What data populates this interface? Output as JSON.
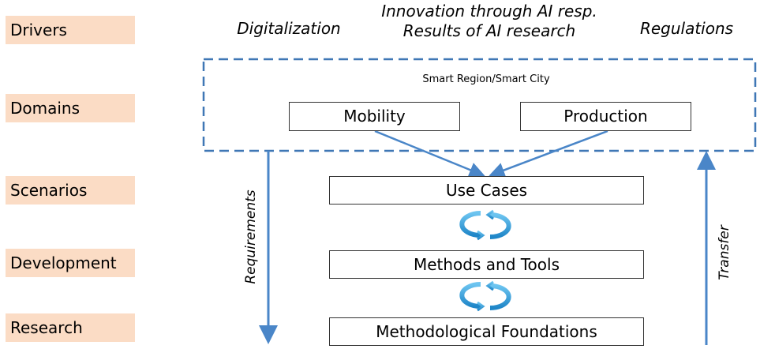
{
  "levels": [
    "Drivers",
    "Domains",
    "Scenarios",
    "Development",
    "Research"
  ],
  "drivers": {
    "left": "Digitalization",
    "center_line1": "Innovation through AI resp.",
    "center_line2": "Results of AI research",
    "right": "Regulations"
  },
  "domain_group": {
    "title": "Smart Region/Smart City",
    "items": [
      "Mobility",
      "Production"
    ]
  },
  "stack": {
    "scenario": "Use Cases",
    "development": "Methods and Tools",
    "research": "Methodological Foundations"
  },
  "arrows": {
    "down": "Requirements",
    "up": "Transfer"
  },
  "colors": {
    "accent": "#4a86c8",
    "label_bg": "#fbdcc5",
    "cycle": "#2b9ad8"
  }
}
